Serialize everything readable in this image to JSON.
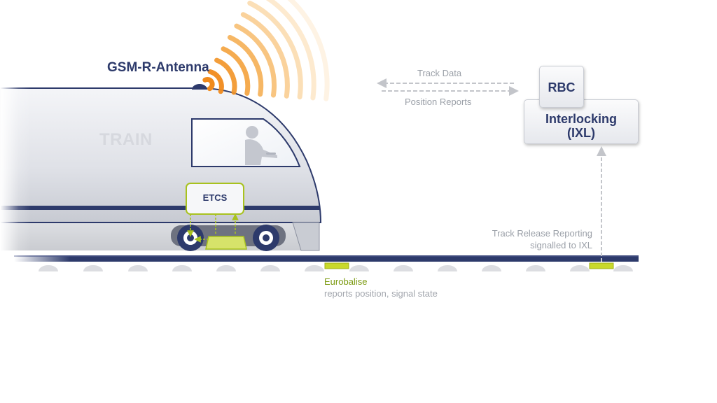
{
  "labels": {
    "antenna": "GSM-R-Antenna",
    "train": "TRAIN",
    "etcs": "ETCS",
    "track_data": "Track Data",
    "position_reports": "Position Reports",
    "rbc": "RBC",
    "interlocking": "Interlocking",
    "ixl": "(IXL)",
    "track_release_line1": "Track Release Reporting",
    "track_release_line2": "signalled to IXL",
    "eurobalise_title": "Eurobalise",
    "eurobalise_desc": "reports position, signal state"
  },
  "icons": [
    "signal-waves-icon",
    "driver-icon",
    "eurobalise-icon"
  ],
  "colors": {
    "navy": "#2d3a6b",
    "signal_orange": "#f5a43a",
    "balise_green": "#c9d92b",
    "grey_text": "#9ba0a8"
  }
}
